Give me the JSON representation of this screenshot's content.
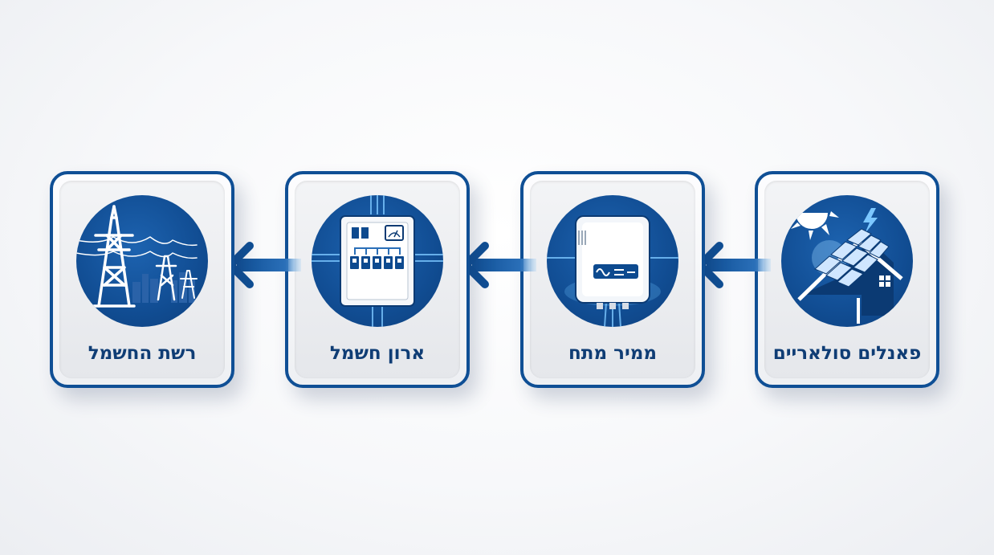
{
  "steps": [
    {
      "label": "פאנלים סולאריים",
      "icon": "solar-panel-roof-icon"
    },
    {
      "label": "ממיר מתח",
      "icon": "inverter-icon"
    },
    {
      "label": "ארון חשמל",
      "icon": "electrical-panel-icon"
    },
    {
      "label": "רשת החשמל",
      "icon": "power-grid-tower-icon"
    }
  ],
  "colors": {
    "brand_blue": "#0f4f95",
    "label_text": "#0f3d75",
    "circle_blue": "#114d93",
    "glow": "#6ec3ff"
  },
  "flow_direction": "right-to-left"
}
